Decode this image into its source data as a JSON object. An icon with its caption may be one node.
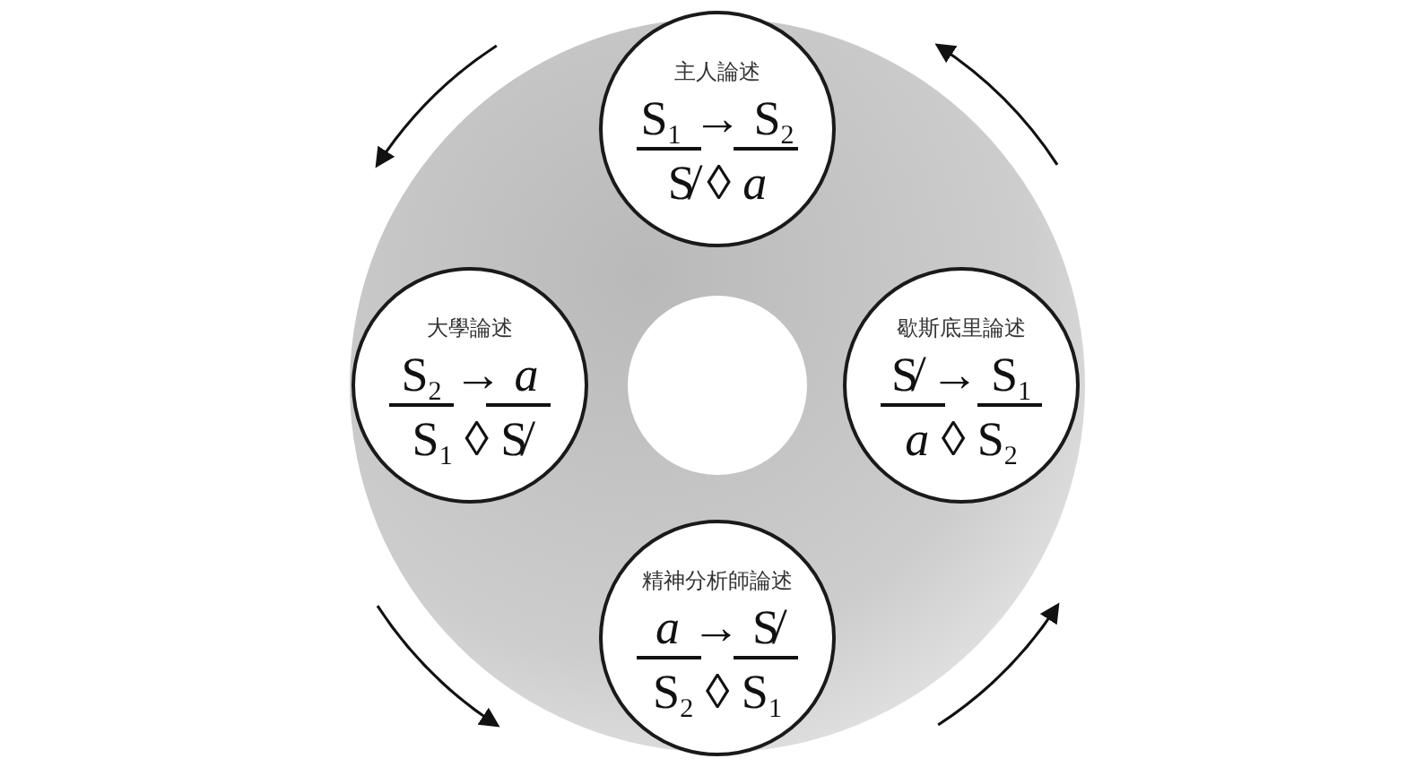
{
  "diagram": {
    "nodes": [
      {
        "text": [
          "主人論述",
          "S$_{1}$ → S$_{2}$",
          "S̸ ◊ *a*"
        ]
      },
      {
        "text": [
          "大學論述",
          "S$_{2}$ → *a*",
          "S$_{1}$ ◊ S̸"
        ]
      },
      {
        "text": [
          "歇斯底里論述",
          "S̸ → S$_{1}$",
          "*a* ◊ S$_{2}$"
        ]
      },
      {
        "text": [
          "精神分析師論述",
          "*a* → S̸",
          "S$_{2}$ ◊ S$_{1}$"
        ]
      }
    ],
    "edges": [
      {
        "from": 0,
        "to": 1,
        "arrow": "to"
      },
      {
        "from": 1,
        "to": 3,
        "arrow": "to"
      },
      {
        "from": 3,
        "to": 2,
        "arrow": "to"
      },
      {
        "from": 2,
        "to": 0,
        "arrow": "to"
      }
    ]
  }
}
